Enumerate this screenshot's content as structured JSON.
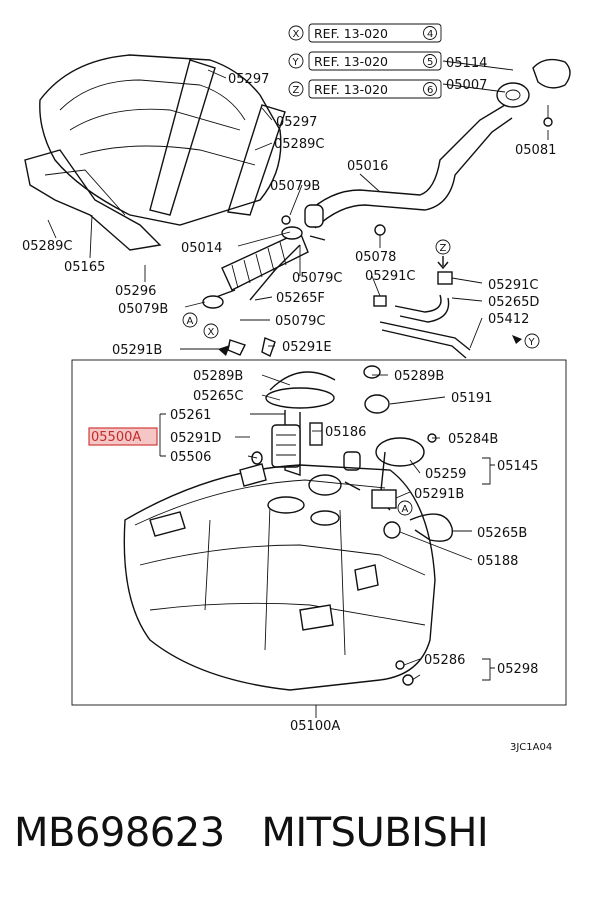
{
  "references": [
    {
      "letter": "X",
      "text": "REF. 13-020",
      "num": "4"
    },
    {
      "letter": "Y",
      "text": "REF. 13-020",
      "num": "5"
    },
    {
      "letter": "Z",
      "text": "REF. 13-020",
      "num": "6"
    }
  ],
  "labels": {
    "p05297a": "05297",
    "p05297b": "05297",
    "p05289C": "05289C",
    "p05079B": "05079B",
    "p05016": "05016",
    "p05114": "05114",
    "p05007": "05007",
    "p05081": "05081",
    "p05289Cl": "05289C",
    "p05165": "05165",
    "p05014": "05014",
    "p05078": "05078",
    "p05296": "05296",
    "p05079Ba": "05079B",
    "p05079C": "05079C",
    "p05265F": "05265F",
    "p05291C": "05291C",
    "p05291Cr": "05291C",
    "p05265D": "05265D",
    "p05079Cb": "05079C",
    "p05412": "05412",
    "p05291B": "05291B",
    "p05291E": "05291E",
    "p05289B": "05289B",
    "p05289Br": "05289B",
    "p05265C": "05265C",
    "p05191": "05191",
    "p05261": "05261",
    "p05186": "05186",
    "p05284B": "05284B",
    "p05500A": "05500A",
    "p05291D": "05291D",
    "p05506": "05506",
    "p05259": "05259",
    "p05145": "05145",
    "p05291Bb": "05291B",
    "p05265B": "05265B",
    "p05188": "05188",
    "p05286": "05286",
    "p05298": "05298",
    "p05100A": "05100A",
    "code": "3JC1A04"
  },
  "markers": {
    "A1": "A",
    "A2": "A",
    "X": "X",
    "Y": "Y",
    "Z": "Z"
  },
  "caption": {
    "part_number": "MB698623",
    "brand": "MITSUBISHI"
  },
  "colors": {
    "highlight_border": "#d23a3a",
    "highlight_fill": "#f4c6c6"
  }
}
